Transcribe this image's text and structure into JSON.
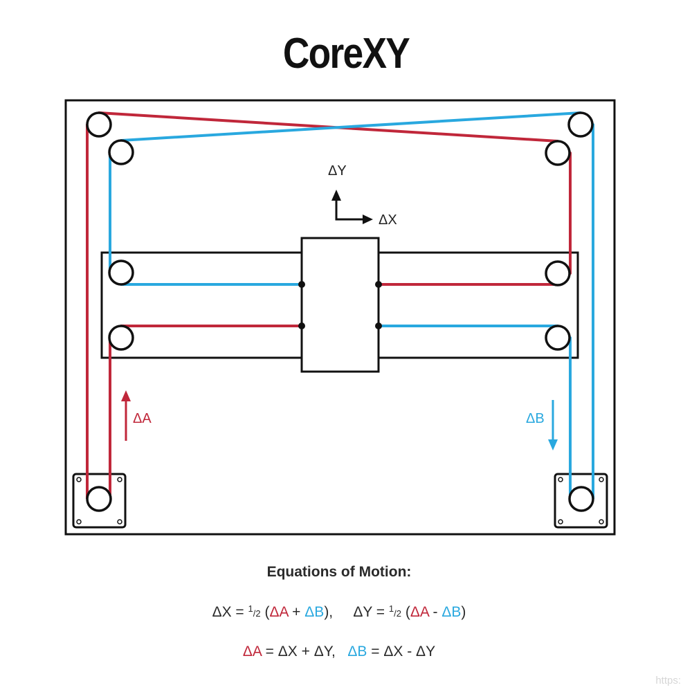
{
  "title": "CoreXY",
  "labels": {
    "delta_y": "ΔY",
    "delta_x": "ΔX",
    "delta_a": "ΔA",
    "delta_b": "ΔB"
  },
  "equations": {
    "heading": "Equations of Motion:",
    "line1": {
      "dx_lhs": "ΔX = ",
      "half": "1",
      "half_den": "/2",
      "open": " (",
      "a": "ΔA",
      "plus": " + ",
      "b": "ΔB",
      "close": "),     ",
      "dy_lhs": "ΔY = ",
      "half2": "1",
      "half2_den": "/2",
      "open2": " (",
      "a2": "ΔA",
      "minus": " - ",
      "b2": "ΔB",
      "close2": ")"
    },
    "line2": {
      "a": "ΔA",
      "a_rhs": " = ΔX + ΔY,   ",
      "b": "ΔB",
      "b_rhs": " = ΔX - ΔY"
    }
  },
  "watermark": "https:",
  "colors": {
    "belt_a": "#c0273a",
    "belt_b": "#29a8df",
    "outline": "#111111"
  }
}
